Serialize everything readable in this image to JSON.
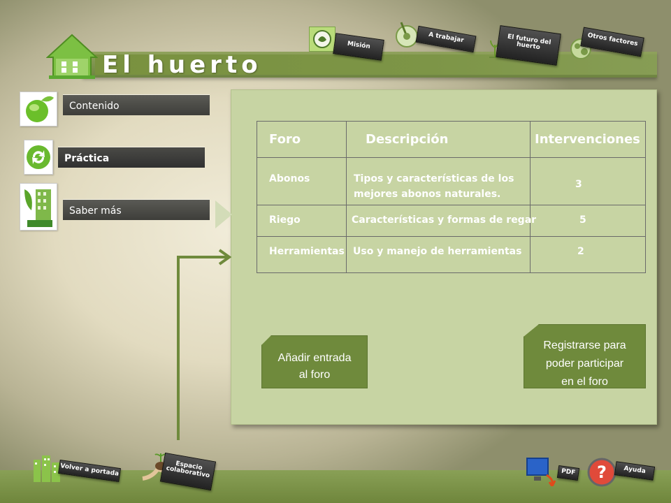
{
  "header": {
    "title": "El huerto"
  },
  "nav": {
    "mision": "Misión",
    "a_trabajar": "A trabajar",
    "el_futuro": "El futuro del huerto",
    "otros_factores": "Otros factores"
  },
  "menu": {
    "contenido": "Contenido",
    "practica": "Práctica",
    "saber_mas": "Saber más"
  },
  "forum": {
    "headers": {
      "foro": "Foro",
      "descripcion": "Descripción",
      "intervenciones": "Intervenciones"
    },
    "rows": [
      {
        "foro": "Abonos",
        "descripcion_l1": "Tipos y características de los",
        "descripcion_l2": "mejores abonos naturales.",
        "intervenciones": "3"
      },
      {
        "foro": "Riego",
        "descripcion": "Características y formas de regar",
        "intervenciones": "5"
      },
      {
        "foro": "Herramientas",
        "descripcion": "Uso y manejo de herramientas",
        "intervenciones": "2"
      }
    ]
  },
  "buttons": {
    "add_entry_l1": "Añadir entrada",
    "add_entry_l2": "al foro",
    "register_l1": "Registrarse para",
    "register_l2": "poder participar",
    "register_l3": "en el foro"
  },
  "footer": {
    "volver": "Volver a portada",
    "espacio_l1": "Espacio",
    "espacio_l2": "colaborativo",
    "pdf": "PDF",
    "ayuda": "Ayuda"
  },
  "colors": {
    "accent_green": "#6f8a3c",
    "panel_green": "#c7d4a3",
    "menu_dark": "#3e3e3a"
  }
}
